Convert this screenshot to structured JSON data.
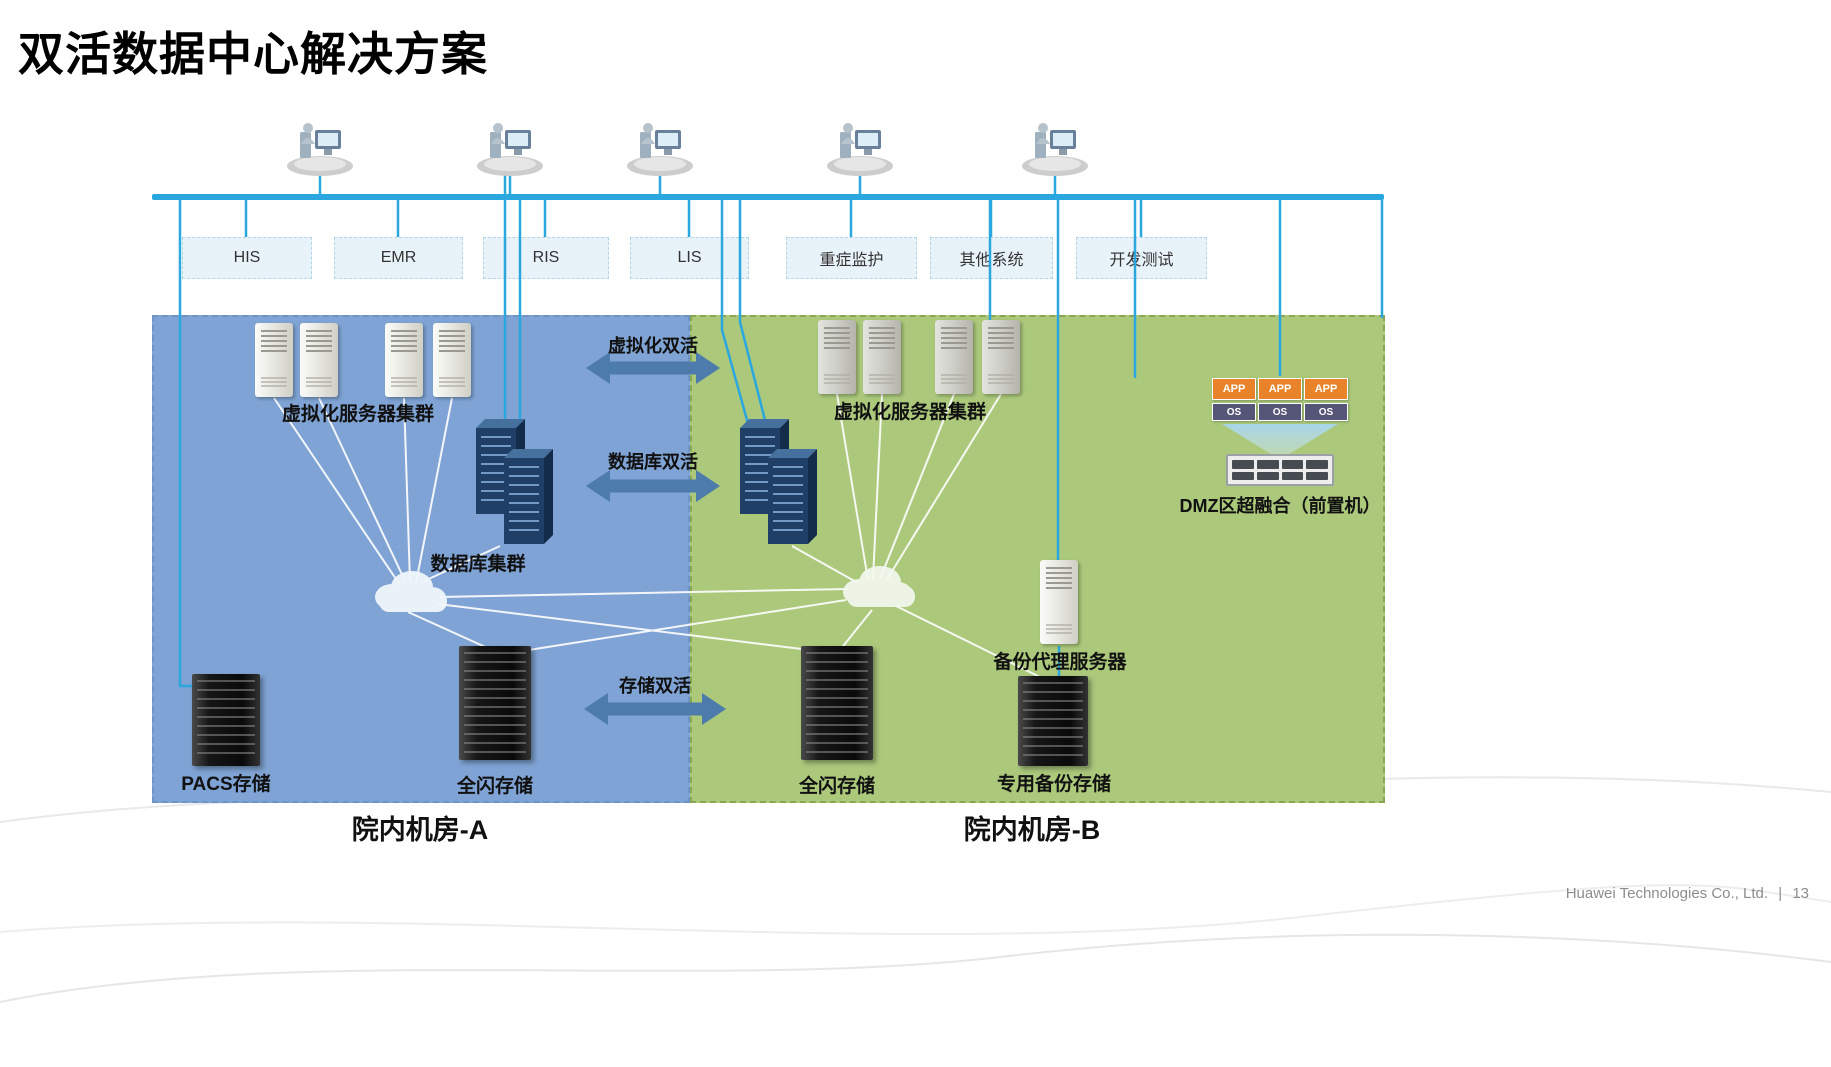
{
  "title": "双活数据中心解决方案",
  "colors": {
    "bus": "#2aa7de",
    "region_a_bg": "#7fa3d4",
    "region_b_bg": "#abc87b",
    "sync_arrow": "#4d7bab",
    "dmz_app_orange": "#e8832a",
    "dmz_os_purple": "#555577"
  },
  "apps": [
    {
      "label": "HIS"
    },
    {
      "label": "EMR"
    },
    {
      "label": "RIS"
    },
    {
      "label": "LIS"
    },
    {
      "label": "重症监护"
    },
    {
      "label": "其他系统"
    },
    {
      "label": "开发测试"
    }
  ],
  "sync_arrows": [
    {
      "label": "虚拟化双活"
    },
    {
      "label": "数据库双活"
    },
    {
      "label": "存储双活"
    }
  ],
  "region_a": {
    "name": "院内机房-A",
    "vm_cluster_label": "虚拟化服务器集群",
    "db_cluster_label": "数据库集群",
    "pacs_storage_label": "PACS存储",
    "flash_storage_label": "全闪存储"
  },
  "region_b": {
    "name": "院内机房-B",
    "vm_cluster_label": "虚拟化服务器集群",
    "backup_proxy_label": "备份代理服务器",
    "flash_storage_label": "全闪存储",
    "backup_storage_label": "专用备份存储",
    "dmz_label": "DMZ区超融合（前置机）",
    "dmz_nodes": [
      {
        "app": "APP",
        "os": "OS"
      },
      {
        "app": "APP",
        "os": "OS"
      },
      {
        "app": "APP",
        "os": "OS"
      }
    ]
  },
  "footer": {
    "company": "Huawei Technologies Co., Ltd.",
    "separator": "|",
    "page": "13"
  }
}
